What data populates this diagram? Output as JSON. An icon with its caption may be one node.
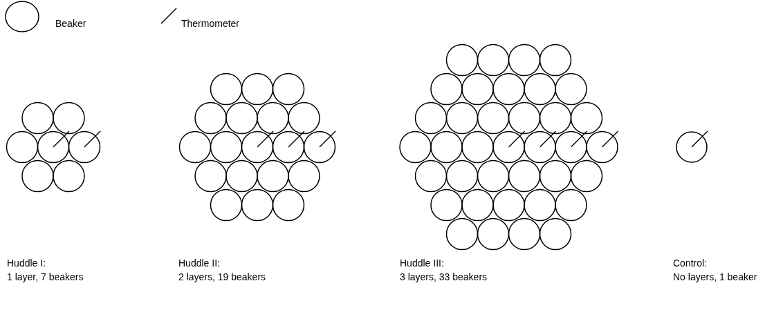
{
  "diagram": {
    "labels": [
      "Huddle I:",
      "1 layer, 7 beakers",
      "Huddle II:",
      "2 layers, 19 beakers",
      "Huddle III:",
      "3 layers, 33 beakers",
      "Control:",
      "No layers, 1 beaker"
    ],
    "legend": [
      {
        "text": "Beaker"
      },
      {
        "text": "Thermometer"
      }
    ]
  }
}
